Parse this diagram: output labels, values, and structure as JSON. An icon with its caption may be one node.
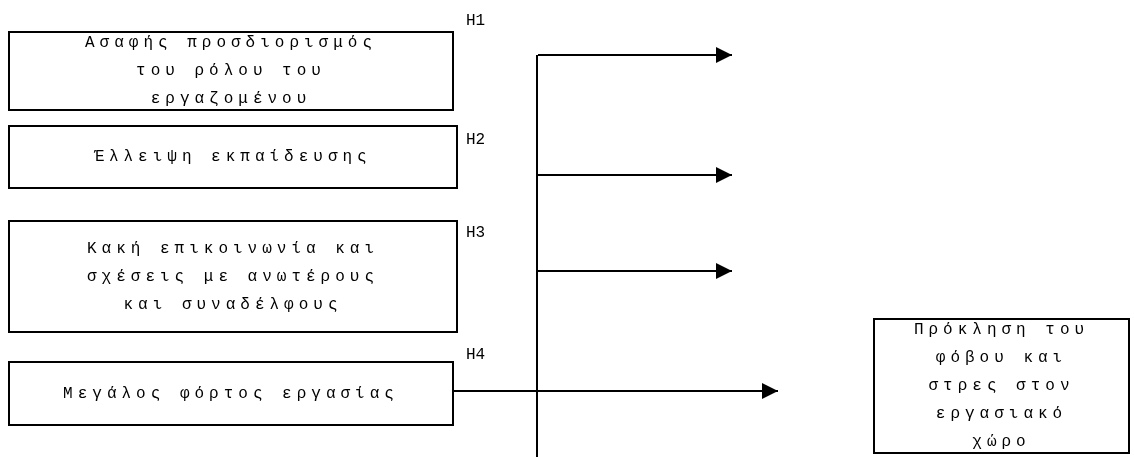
{
  "diagram": {
    "nodes": [
      {
        "text": [
          "Ασαφής προσδιορισμός του ρόλου του εργαζομένου"
        ]
      },
      {
        "text": [
          "Έλλειψη εκπαίδευσης"
        ]
      },
      {
        "text": [
          "Κακή επικοινωνία και σχέσεις με ανωτέρους και συναδέλφους"
        ]
      },
      {
        "text": [
          "Μεγάλος φόρτος εργασίας"
        ]
      },
      {
        "text": [
          "Πρόκληση του φόβου και στρες στον εργασιακό χώρο"
        ]
      },
      {
        "text": [],
        "shape": "bar"
      }
    ],
    "edges": [
      {
        "from": 5,
        "to": null,
        "arrow": "to"
      },
      {
        "from": 5,
        "to": null,
        "arrow": "to"
      },
      {
        "from": 5,
        "to": null,
        "arrow": "to"
      },
      {
        "from": 3,
        "to": null,
        "arrow": "to"
      }
    ],
    "labels": [
      "H1",
      "H2",
      "H3",
      "H4"
    ]
  }
}
